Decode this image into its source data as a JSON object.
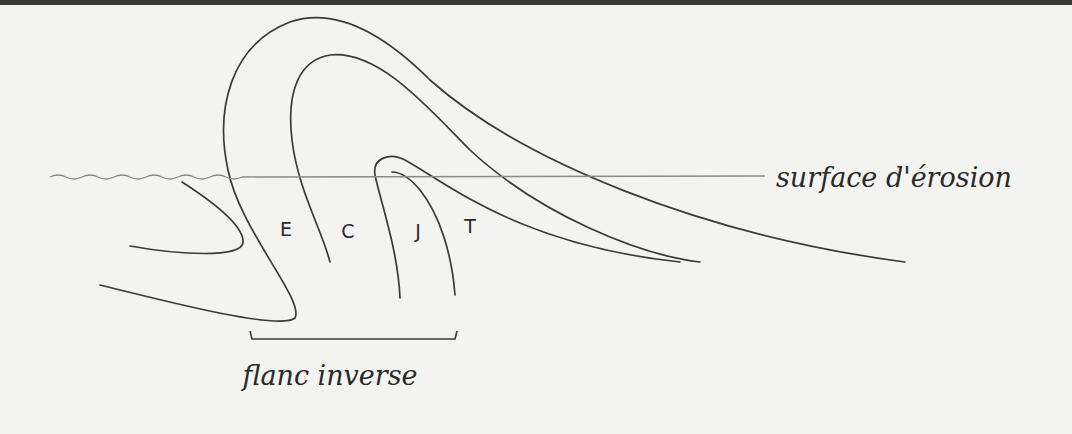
{
  "diagram": {
    "labels": [
      "E",
      "C",
      "J",
      "T",
      "surface d'érosion",
      "flanc inverse"
    ]
  }
}
